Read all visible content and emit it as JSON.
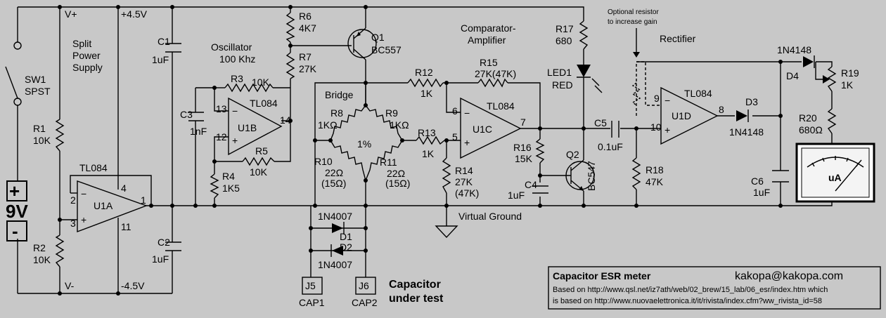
{
  "rails": {
    "vplus": "V+",
    "pos45": "+4.5V",
    "vminus": "V-",
    "neg45": "-4.5V"
  },
  "switch": {
    "name": "SW1",
    "type": "SPST"
  },
  "battery": {
    "plus": "+",
    "value": "9V",
    "minus": "-"
  },
  "supply": {
    "line1": "Split",
    "line2": "Power",
    "line3": "Supply"
  },
  "r1": {
    "name": "R1",
    "value": "10K"
  },
  "r2": {
    "name": "R2",
    "value": "10K"
  },
  "u1a": {
    "chip": "TL084",
    "name": "U1A",
    "pin2": "2",
    "pin3": "3",
    "pin4": "4",
    "pin1": "1",
    "pin11": "11"
  },
  "c1": {
    "name": "C1",
    "value": "1uF"
  },
  "c2": {
    "name": "C2",
    "value": "1uF"
  },
  "oscillator": {
    "line1": "Oscillator",
    "line2": "100 Khz"
  },
  "r3": {
    "name": "R3",
    "value": "10K"
  },
  "u1b": {
    "chip": "TL084",
    "name": "U1B",
    "pin13": "13",
    "pin12": "12",
    "pin14": "14"
  },
  "c3": {
    "name": "C3",
    "value": "1nF"
  },
  "r4": {
    "name": "R4",
    "value": "1K5"
  },
  "r5": {
    "name": "R5",
    "value": "10K"
  },
  "r6": {
    "name": "R6",
    "value": "4K7"
  },
  "r7": {
    "name": "R7",
    "value": "27K"
  },
  "q1": {
    "name": "Q1",
    "type": "BC557"
  },
  "bridge": {
    "label": "Bridge",
    "center": "1%"
  },
  "r8": {
    "name": "R8",
    "value": "1KΩ"
  },
  "r9": {
    "name": "R9",
    "value": "1KΩ"
  },
  "r10": {
    "name": "R10",
    "value": "22Ω",
    "alt": "(15Ω)"
  },
  "r11": {
    "name": "R11",
    "value": "22Ω",
    "alt": "(15Ω)"
  },
  "comparator": {
    "line1": "Comparator-",
    "line2": "Amplifier"
  },
  "r12": {
    "name": "R12",
    "value": "1K"
  },
  "r13": {
    "name": "R13",
    "value": "1K"
  },
  "r14": {
    "name": "R14",
    "value": "27K",
    "alt": "(47K)"
  },
  "r15": {
    "name": "R15",
    "value": "27K(47K)"
  },
  "u1c": {
    "chip": "TL084",
    "name": "U1C",
    "pin6": "6",
    "pin5": "5",
    "pin7": "7"
  },
  "r16": {
    "name": "R16",
    "value": "15K"
  },
  "c4": {
    "name": "C4",
    "value": "1uF"
  },
  "virtual_ground": "Virtual Ground",
  "r17": {
    "name": "R17",
    "value": "680"
  },
  "led1": {
    "name": "LED1",
    "color": "RED"
  },
  "q2": {
    "name": "Q2",
    "type": "BC547"
  },
  "c5": {
    "name": "C5",
    "value": "0.1uF"
  },
  "optional_note": {
    "line1": "Optional resistor",
    "line2": "to increase gain"
  },
  "rectifier": "Rectifier",
  "r18": {
    "name": "R18",
    "value": "47K"
  },
  "u1d": {
    "chip": "TL084",
    "name": "U1D",
    "pin9": "9",
    "pin10": "10",
    "pin8": "8"
  },
  "d3": {
    "name": "D3",
    "type": "1N4148"
  },
  "d4": {
    "name": "D4",
    "type": "1N4148"
  },
  "r19": {
    "name": "R19",
    "value": "1K"
  },
  "r20": {
    "name": "R20",
    "value": "680Ω"
  },
  "c6": {
    "name": "C6",
    "value": "1uF"
  },
  "meter": {
    "unit": "uA"
  },
  "d1": {
    "name": "D1",
    "type": "1N4007"
  },
  "d2": {
    "name": "D2",
    "type": "1N4007"
  },
  "j5": {
    "name": "J5",
    "label": "CAP1"
  },
  "j6": {
    "name": "J6",
    "label": "CAP2"
  },
  "cap_under_test": {
    "line1": "Capacitor",
    "line2": "under test"
  },
  "titlebox": {
    "title": "Capacitor ESR meter",
    "email": "kakopa@kakopa.com",
    "line1": "Based on http://www.qsl.net/iz7ath/web/02_brew/15_lab/06_esr/index.htm which",
    "line2": "is based on http://www.nuovaelettronica.it/it/rivista/index.cfm?ww_rivista_id=58"
  }
}
